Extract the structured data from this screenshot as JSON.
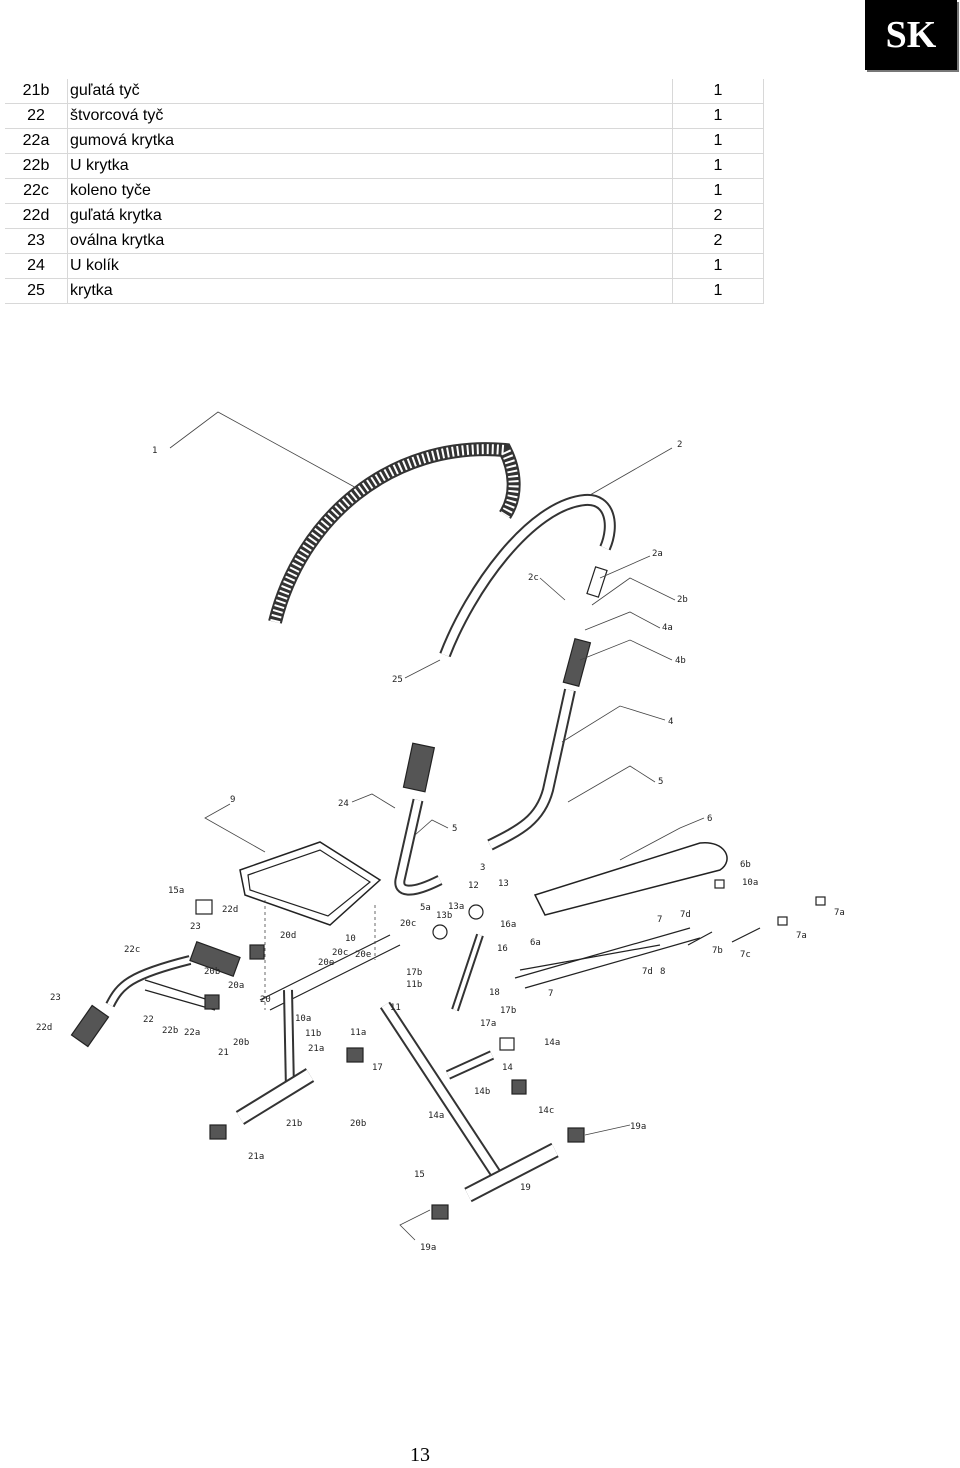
{
  "header": {
    "language_badge": "SK"
  },
  "parts_table": {
    "rows": [
      {
        "num": "21b",
        "name": "guľatá tyč",
        "qty": "1"
      },
      {
        "num": "22",
        "name": "štvorcová tyč",
        "qty": "1"
      },
      {
        "num": "22a",
        "name": "gumová krytka",
        "qty": "1"
      },
      {
        "num": "22b",
        "name": "U krytka",
        "qty": "1"
      },
      {
        "num": "22c",
        "name": "koleno tyče",
        "qty": "1"
      },
      {
        "num": "22d",
        "name": "guľatá krytka",
        "qty": "2"
      },
      {
        "num": "23",
        "name": "oválna krytka",
        "qty": "2"
      },
      {
        "num": "24",
        "name": "U kolík",
        "qty": "1"
      },
      {
        "num": "25",
        "name": "krytka",
        "qty": "1"
      }
    ]
  },
  "diagram": {
    "callouts": [
      "1",
      "2",
      "2a",
      "2b",
      "2c",
      "4a",
      "4b",
      "4",
      "5",
      "25",
      "9",
      "24",
      "5",
      "3",
      "12",
      "13",
      "6",
      "6b",
      "10a",
      "7a",
      "7a",
      "15a",
      "22d",
      "23",
      "22c",
      "20d",
      "10",
      "20c",
      "13a",
      "13b",
      "5a",
      "16a",
      "7",
      "7d",
      "7b",
      "7c",
      "16",
      "6a",
      "8",
      "7d",
      "20b",
      "20a",
      "20",
      "20e",
      "20e",
      "20c",
      "17b",
      "11b",
      "18",
      "17b",
      "7",
      "23",
      "22",
      "22b",
      "22a",
      "22d",
      "10a",
      "11b",
      "11a",
      "11",
      "21a",
      "17a",
      "14a",
      "21",
      "20b",
      "17",
      "14",
      "14b",
      "14c",
      "21b",
      "20b",
      "14a",
      "19a",
      "21a",
      "15",
      "19",
      "19a"
    ]
  },
  "footer": {
    "page_number": "13"
  }
}
